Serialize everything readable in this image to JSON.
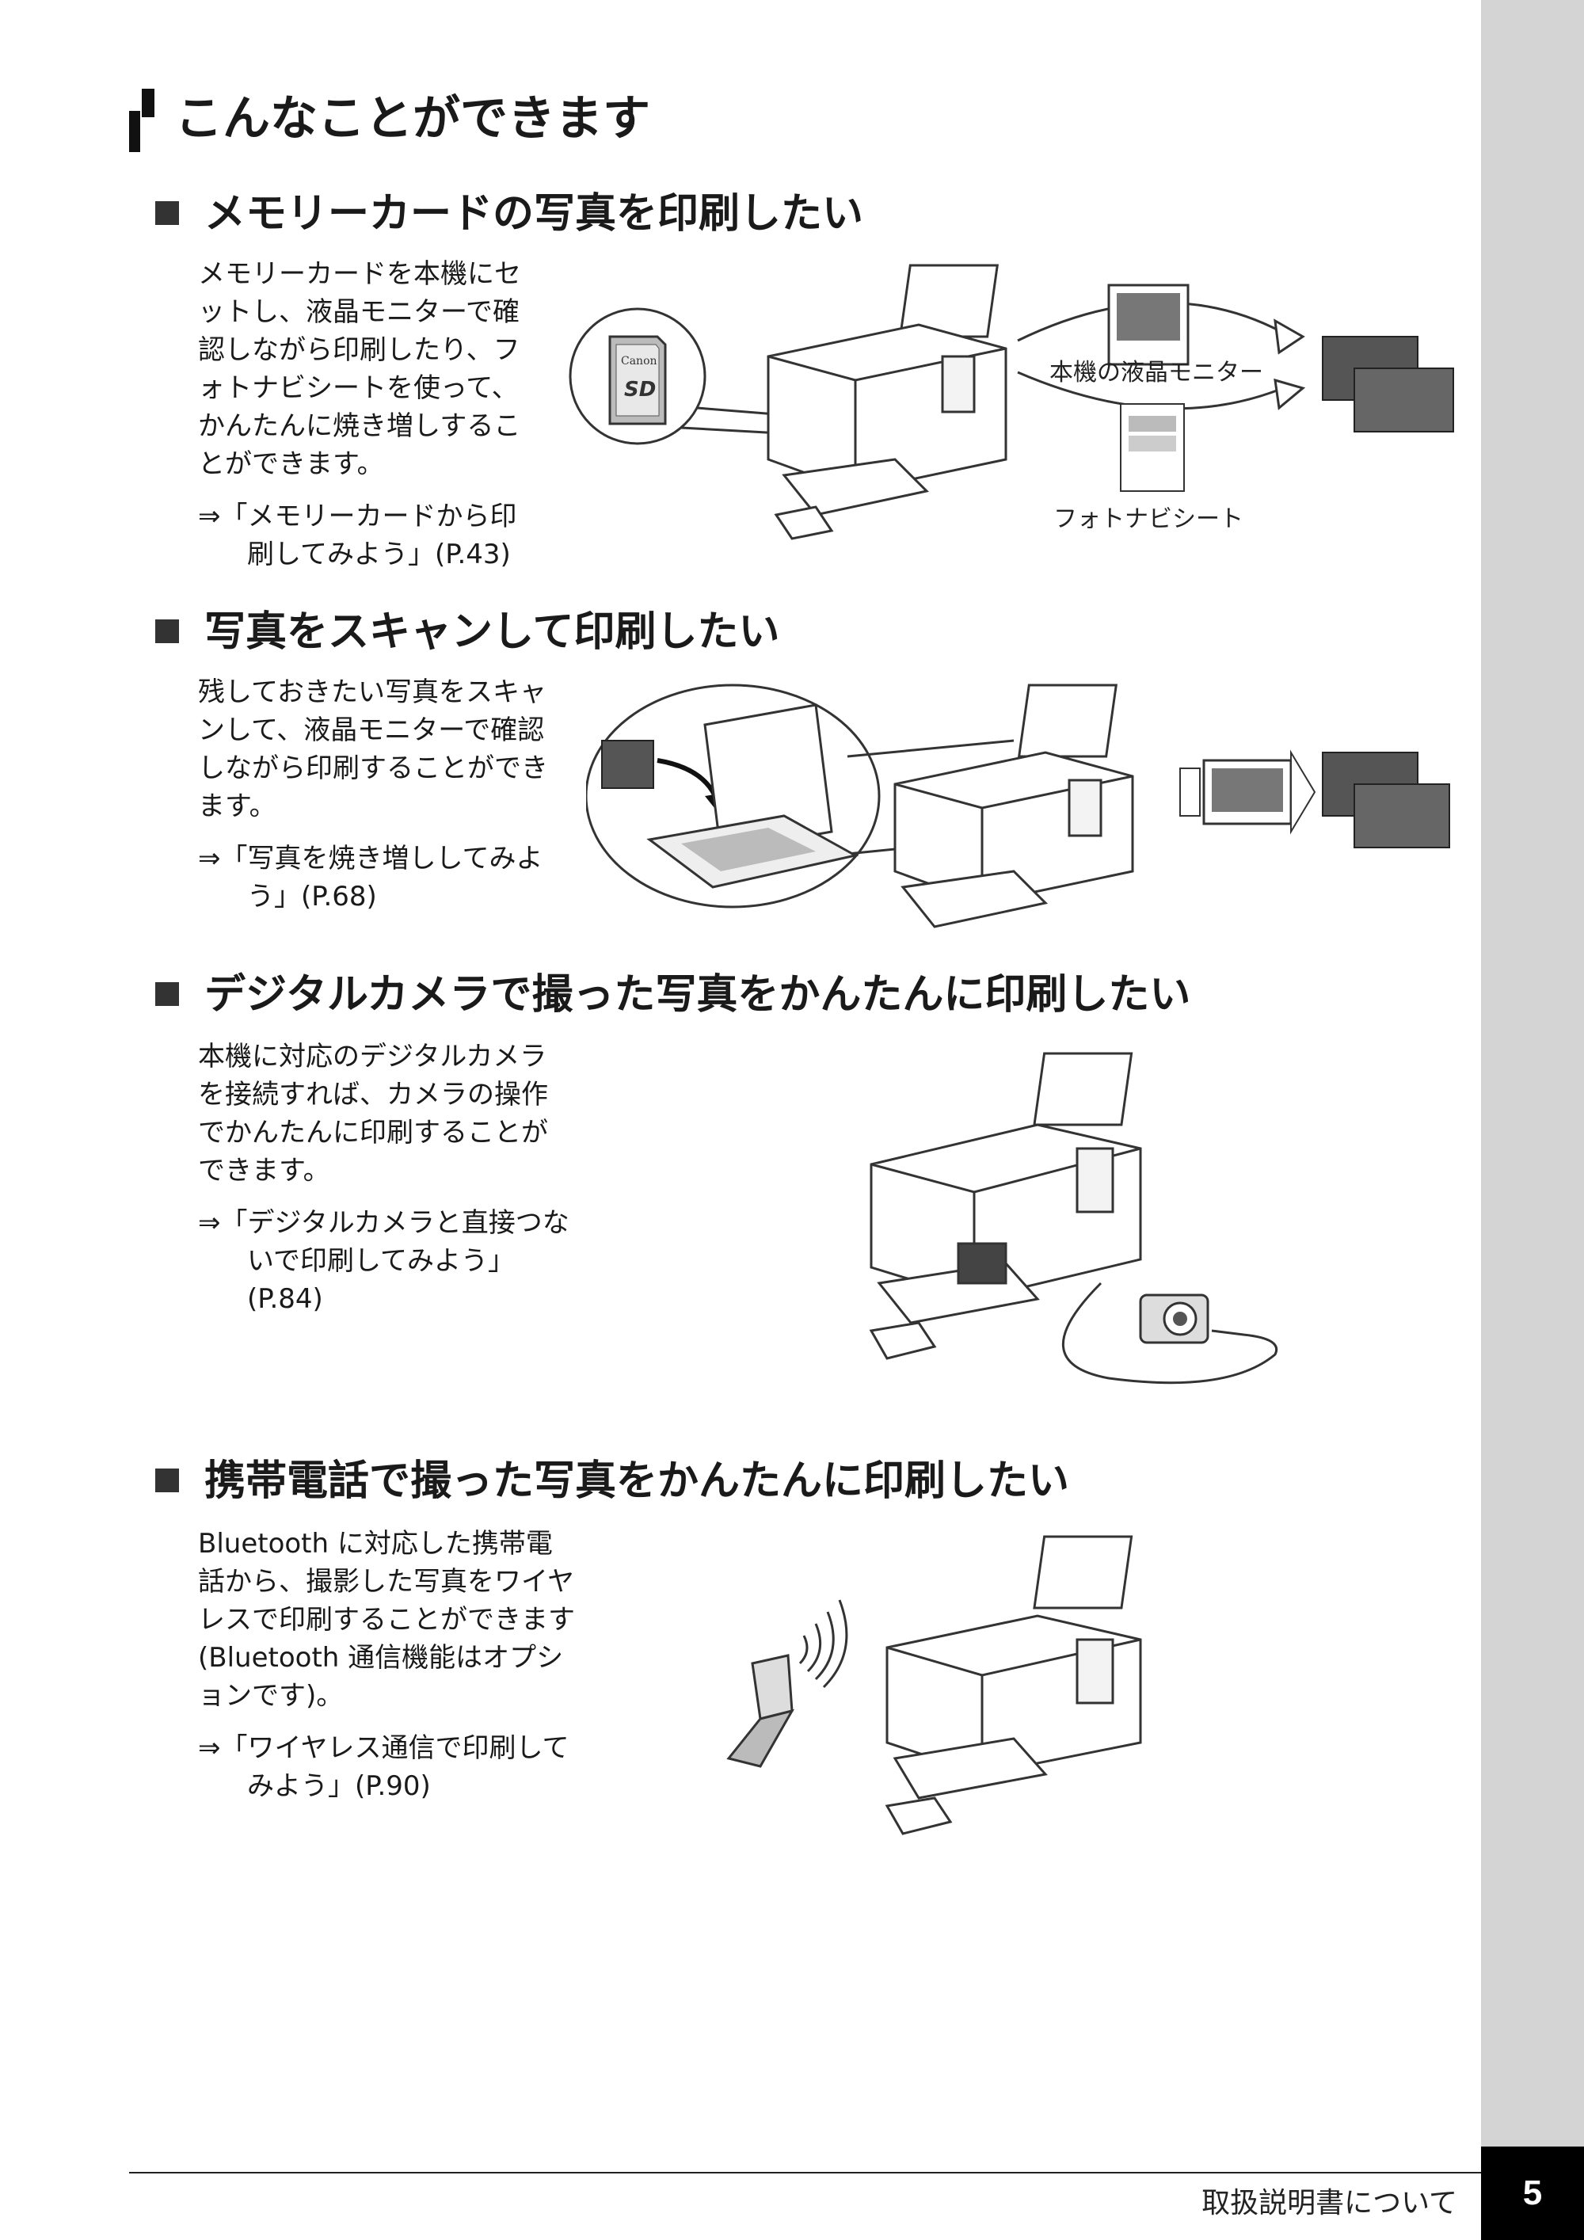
{
  "page": {
    "title": "こんなことができます",
    "footer_text": "取扱説明書について",
    "page_number": "5"
  },
  "sections": [
    {
      "title": "メモリーカードの写真を印刷したい",
      "body": "メモリーカードを本機にセットし、液晶モニターで確認しながら印刷したり、フォトナビシートを使って、かんたんに焼き増しすることができます。",
      "ref": "⇒「メモリーカードから印刷してみよう」(P.43)",
      "labels": {
        "monitor": "本機の液晶モニター",
        "sheet": "フォトナビシート"
      },
      "card_brand": "Canon",
      "card_type": "SD"
    },
    {
      "title": "写真をスキャンして印刷したい",
      "body": "残しておきたい写真をスキャンして、液晶モニターで確認しながら印刷することができます。",
      "ref": "⇒「写真を焼き増ししてみよう」(P.68)"
    },
    {
      "title": "デジタルカメラで撮った写真をかんたんに印刷したい",
      "body": "本機に対応のデジタルカメラを接続すれば、カメラの操作でかんたんに印刷することができます。",
      "ref": "⇒「デジタルカメラと直接つないで印刷してみよう」(P.84)"
    },
    {
      "title": "携帯電話で撮った写真をかんたんに印刷したい",
      "body": "Bluetooth に対応した携帯電話から、撮影した写真をワイヤレスで印刷することができます(Bluetooth 通信機能はオプションです)。",
      "ref": "⇒「ワイヤレス通信で印刷してみよう」(P.90)"
    }
  ]
}
